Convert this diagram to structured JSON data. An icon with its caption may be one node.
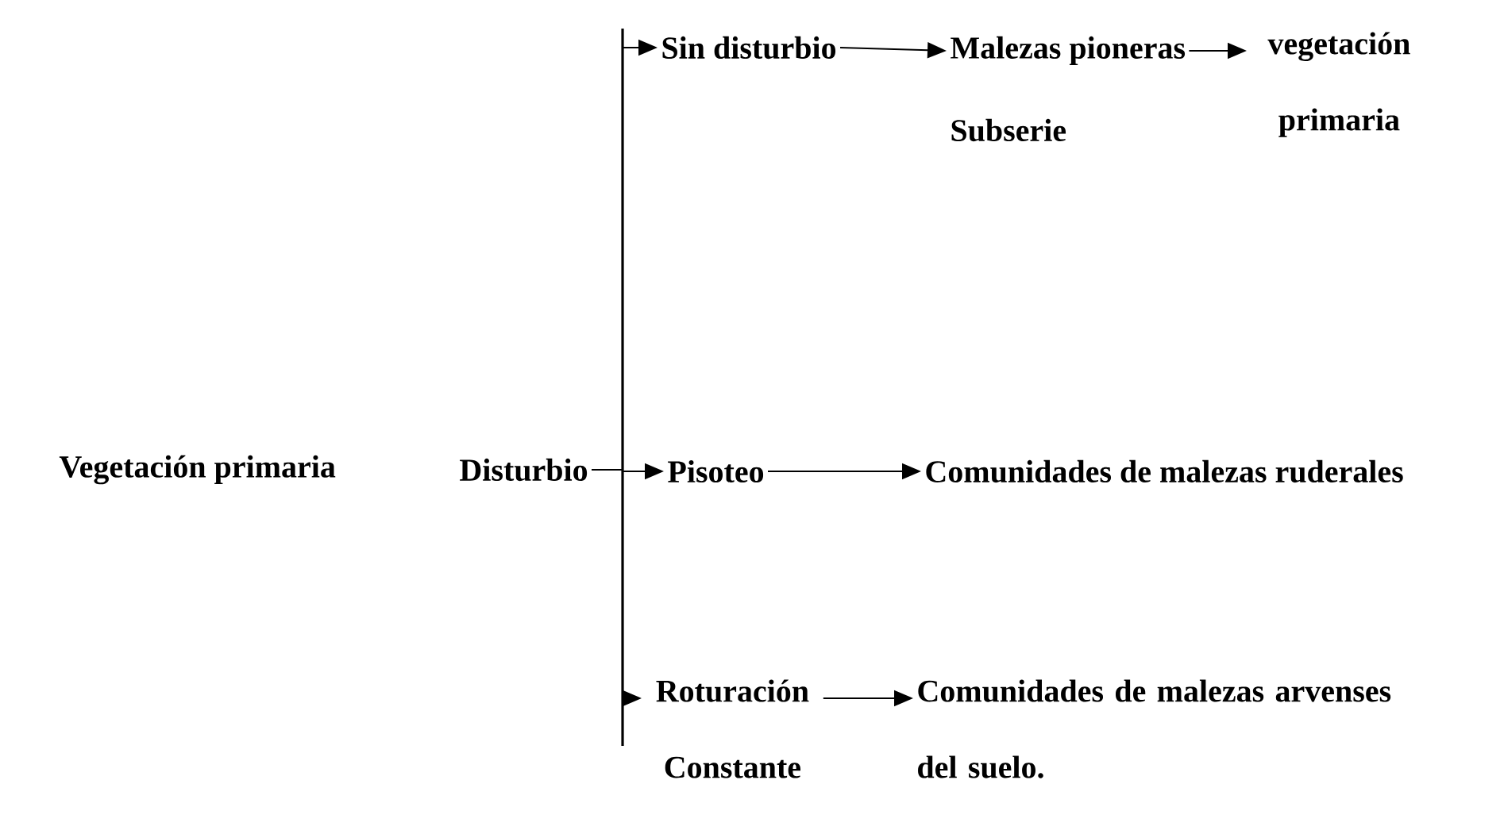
{
  "diagram": {
    "nodes": [
      {
        "text": [
          "Disturbio"
        ]
      },
      {
        "text": [
          "Sin disturbio"
        ]
      },
      {
        "text": [
          "Malezas pioneras"
        ]
      },
      {
        "text": [
          "vegetación primaria"
        ]
      },
      {
        "text": [
          "Pisoteo"
        ]
      },
      {
        "text": [
          "Comunidades de malezas ruderales"
        ]
      },
      {
        "text": [
          "Roturación Constante"
        ]
      },
      {
        "text": [
          "Comunidades de malezas arvenses del suelo."
        ]
      }
    ],
    "edges": [
      {
        "from": 0,
        "to": 1,
        "arrow": "to"
      },
      {
        "from": 0,
        "to": 4,
        "arrow": "to"
      },
      {
        "from": 0,
        "to": 6,
        "arrow": "to"
      },
      {
        "from": 1,
        "to": 2,
        "arrow": "to"
      },
      {
        "from": 2,
        "to": 3,
        "arrow": "to"
      },
      {
        "from": 4,
        "to": 5,
        "arrow": "to"
      },
      {
        "from": 6,
        "to": 7,
        "arrow": "to"
      }
    ],
    "labels": [
      "Vegetación primaria",
      "Subserie"
    ]
  }
}
